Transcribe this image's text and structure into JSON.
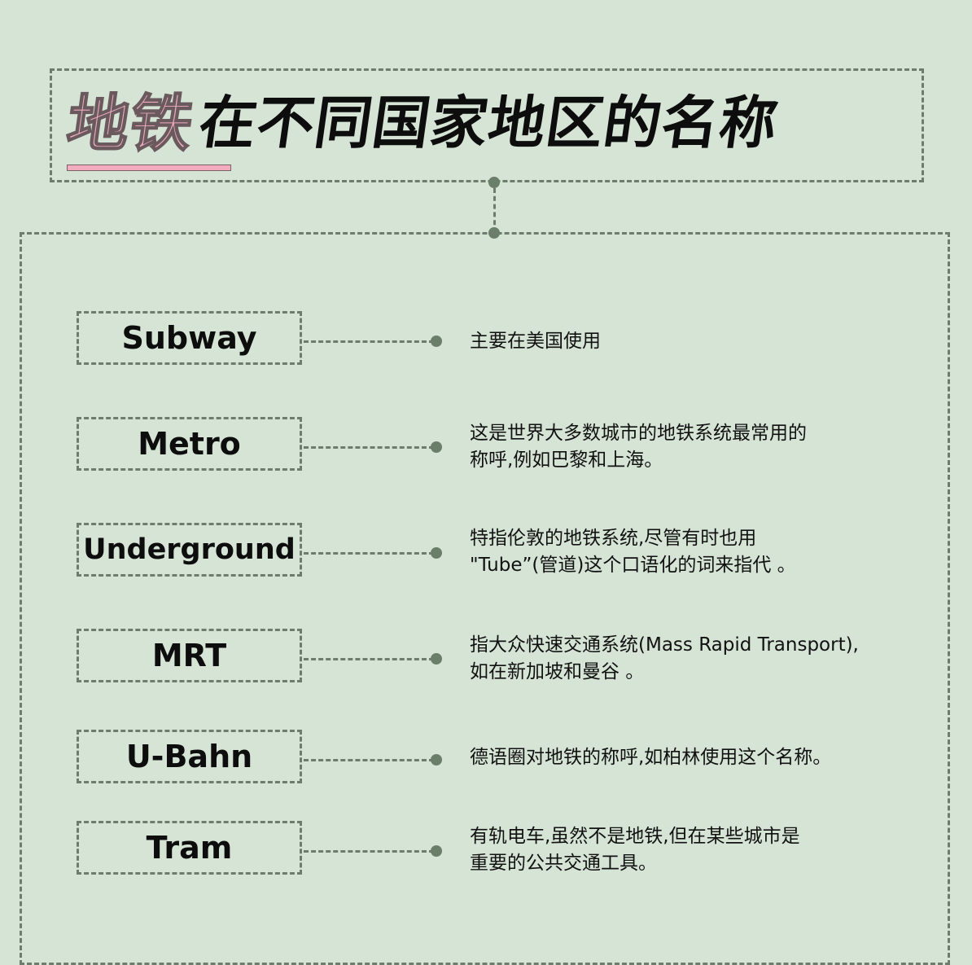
{
  "title": {
    "highlight": "地铁",
    "rest": "在不同国家地区的名称"
  },
  "colors": {
    "background": "#d6e4d6",
    "accent_pink": "#f2aec0",
    "line": "#6e7c6e",
    "dot": "#6a7e6a",
    "text": "#111111"
  },
  "entries": [
    {
      "term": "Subway",
      "description": [
        "主要在美国使用"
      ]
    },
    {
      "term": "Metro",
      "description": [
        "这是世界大多数城市的地铁系统最常用的",
        "称呼,例如巴黎和上海。"
      ]
    },
    {
      "term": "Underground",
      "description": [
        "特指伦敦的地铁系统,尽管有时也用",
        " \"Tube”(管道)这个口语化的词来指代 。"
      ]
    },
    {
      "term": "MRT",
      "description": [
        "指大众快速交通系统(Mass Rapid Transport),",
        "如在新加坡和曼谷 。"
      ]
    },
    {
      "term": "U-Bahn",
      "description": [
        "德语圈对地铁的称呼,如柏林使用这个名称。"
      ]
    },
    {
      "term": "Tram",
      "description": [
        "有轨电车,虽然不是地铁,但在某些城市是",
        "重要的公共交通工具。"
      ]
    }
  ]
}
